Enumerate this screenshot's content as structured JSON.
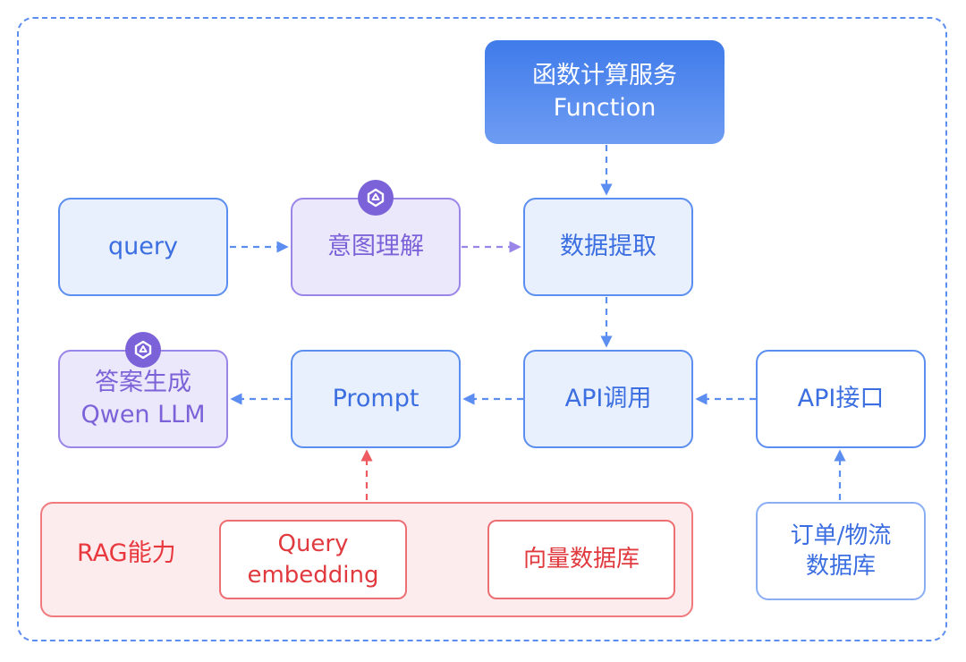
{
  "nodes": {
    "function": {
      "line1": "函数计算服务",
      "line2": "Function"
    },
    "query": {
      "label": "query"
    },
    "intent": {
      "label": "意图理解"
    },
    "extract": {
      "label": "数据提取"
    },
    "answer": {
      "line1": "答案生成",
      "line2": "Qwen LLM"
    },
    "prompt": {
      "label": "Prompt"
    },
    "api_call": {
      "label": "API调用"
    },
    "api_interface": {
      "label": "API接口"
    },
    "order_db": {
      "line1": "订单/物流",
      "line2": "数据库"
    }
  },
  "rag": {
    "title": "RAG能力",
    "query_embedding": {
      "line1": "Query",
      "line2": "embedding"
    },
    "vector_db": {
      "label": "向量数据库"
    }
  },
  "icons": {
    "badge": "qwen-logo-icon"
  },
  "colors": {
    "blue": "#5b8ef0",
    "purple": "#9a85e8",
    "red": "#ee5a5f",
    "solid_blue": "#3f7bea"
  }
}
